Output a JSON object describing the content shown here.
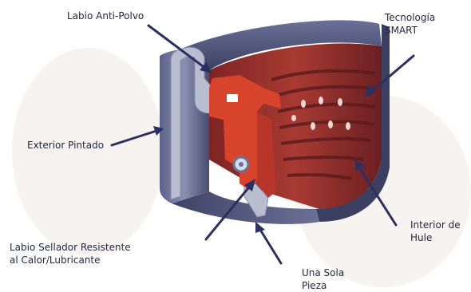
{
  "labels": {
    "dust_lip": "Labio Anti-Polvo",
    "smart_tech_line1": "Tecnología",
    "smart_tech_line2": "SMART",
    "painted_exterior": "Exterior Pintado",
    "rubber_interior_line1": "Interior de",
    "rubber_interior_line2": "Hule",
    "sealing_lip_line1": "Labio Sellador Resistente",
    "sealing_lip_line2": "al Calor/Lubricante",
    "one_piece_line1": "Una Sola",
    "one_piece_line2": "Pieza"
  },
  "colors": {
    "metal_case": "#4d5378",
    "metal_case_light": "#a6abc4",
    "rubber_red": "#d8432b",
    "rubber_dark": "#8a2a2a",
    "arrow": "#2c3060",
    "text": "#1f2440"
  }
}
